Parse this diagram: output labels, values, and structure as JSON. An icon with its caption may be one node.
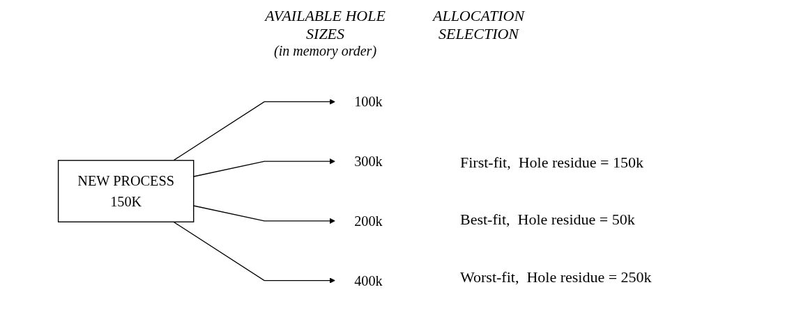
{
  "diagram": {
    "nodes": [
      {
        "text": [
          "NEW PROCESS",
          "150K"
        ]
      },
      {
        "text": [
          "100k"
        ]
      },
      {
        "text": [
          "300k"
        ]
      },
      {
        "text": [
          "200k"
        ]
      },
      {
        "text": [
          "400k"
        ]
      }
    ],
    "edges": [
      {
        "from": 0,
        "to": 1,
        "arrow": "to"
      },
      {
        "from": 0,
        "to": 2,
        "arrow": "to"
      },
      {
        "from": 0,
        "to": 3,
        "arrow": "to"
      },
      {
        "from": 0,
        "to": 4,
        "arrow": "to"
      }
    ],
    "labels": [
      "AVAILABLE HOLE SIZES",
      "ALLOCATION SELECTION",
      "(in memory order)",
      "First-fit,  Hole residue = 150k",
      "Best-fit,  Hole residue = 50k",
      "Worst-fit,  Hole residue = 250k"
    ]
  }
}
